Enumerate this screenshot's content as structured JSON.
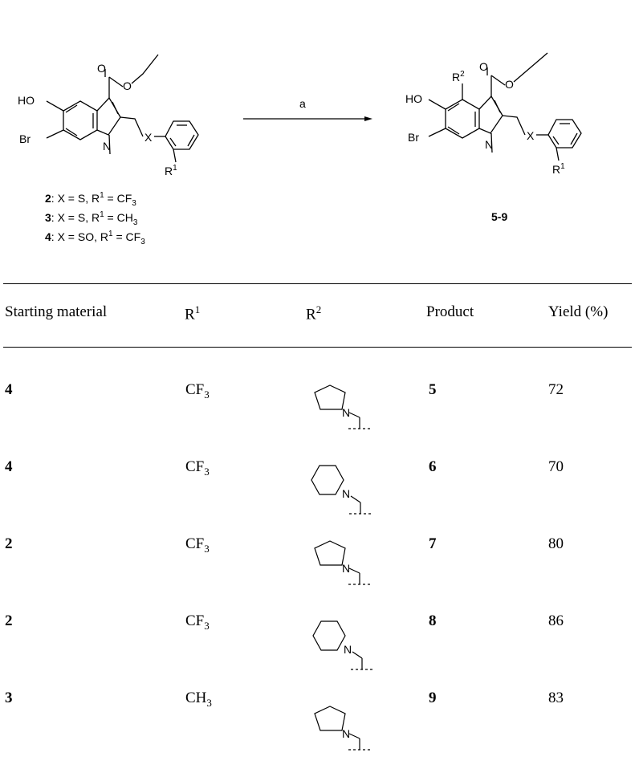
{
  "scheme": {
    "reagent_label": "a",
    "product_label": "5-9",
    "atoms": {
      "ho": "HO",
      "br": "Br",
      "n": "N",
      "x": "X",
      "o": "O",
      "r1": "R",
      "r1_sup": "1",
      "r2": "R",
      "r2_sup": "2"
    },
    "conditions": [
      {
        "compound": "2",
        "text": ": X = S, R",
        "sup": "1",
        "mid": " = CF",
        "sub": "3"
      },
      {
        "compound": "3",
        "text": ": X = S, R",
        "sup": "1",
        "mid": " = CH",
        "sub": "3"
      },
      {
        "compound": "4",
        "text": ": X = SO, R",
        "sup": "1",
        "mid": " = CF",
        "sub": "3"
      }
    ]
  },
  "table": {
    "headers": {
      "starting_material": "Starting material",
      "r1": "R",
      "r1_sup": "1",
      "r2": "R",
      "r2_sup": "2",
      "product": "Product",
      "yield": "Yield (%)"
    },
    "rows": [
      {
        "sm": "4",
        "r1_base": "CF",
        "r1_sub": "3",
        "r2_ring": "pyrrolidine",
        "product": "5",
        "yield": "72"
      },
      {
        "sm": "4",
        "r1_base": "CF",
        "r1_sub": "3",
        "r2_ring": "piperidine",
        "product": "6",
        "yield": "70"
      },
      {
        "sm": "2",
        "r1_base": "CF",
        "r1_sub": "3",
        "r2_ring": "pyrrolidine",
        "product": "7",
        "yield": "80"
      },
      {
        "sm": "2",
        "r1_base": "CF",
        "r1_sub": "3",
        "r2_ring": "piperidine",
        "product": "8",
        "yield": "86"
      },
      {
        "sm": "3",
        "r1_base": "CH",
        "r1_sub": "3",
        "r2_ring": "pyrrolidine",
        "product": "9",
        "yield": "83"
      }
    ],
    "ring_atom": "N"
  }
}
